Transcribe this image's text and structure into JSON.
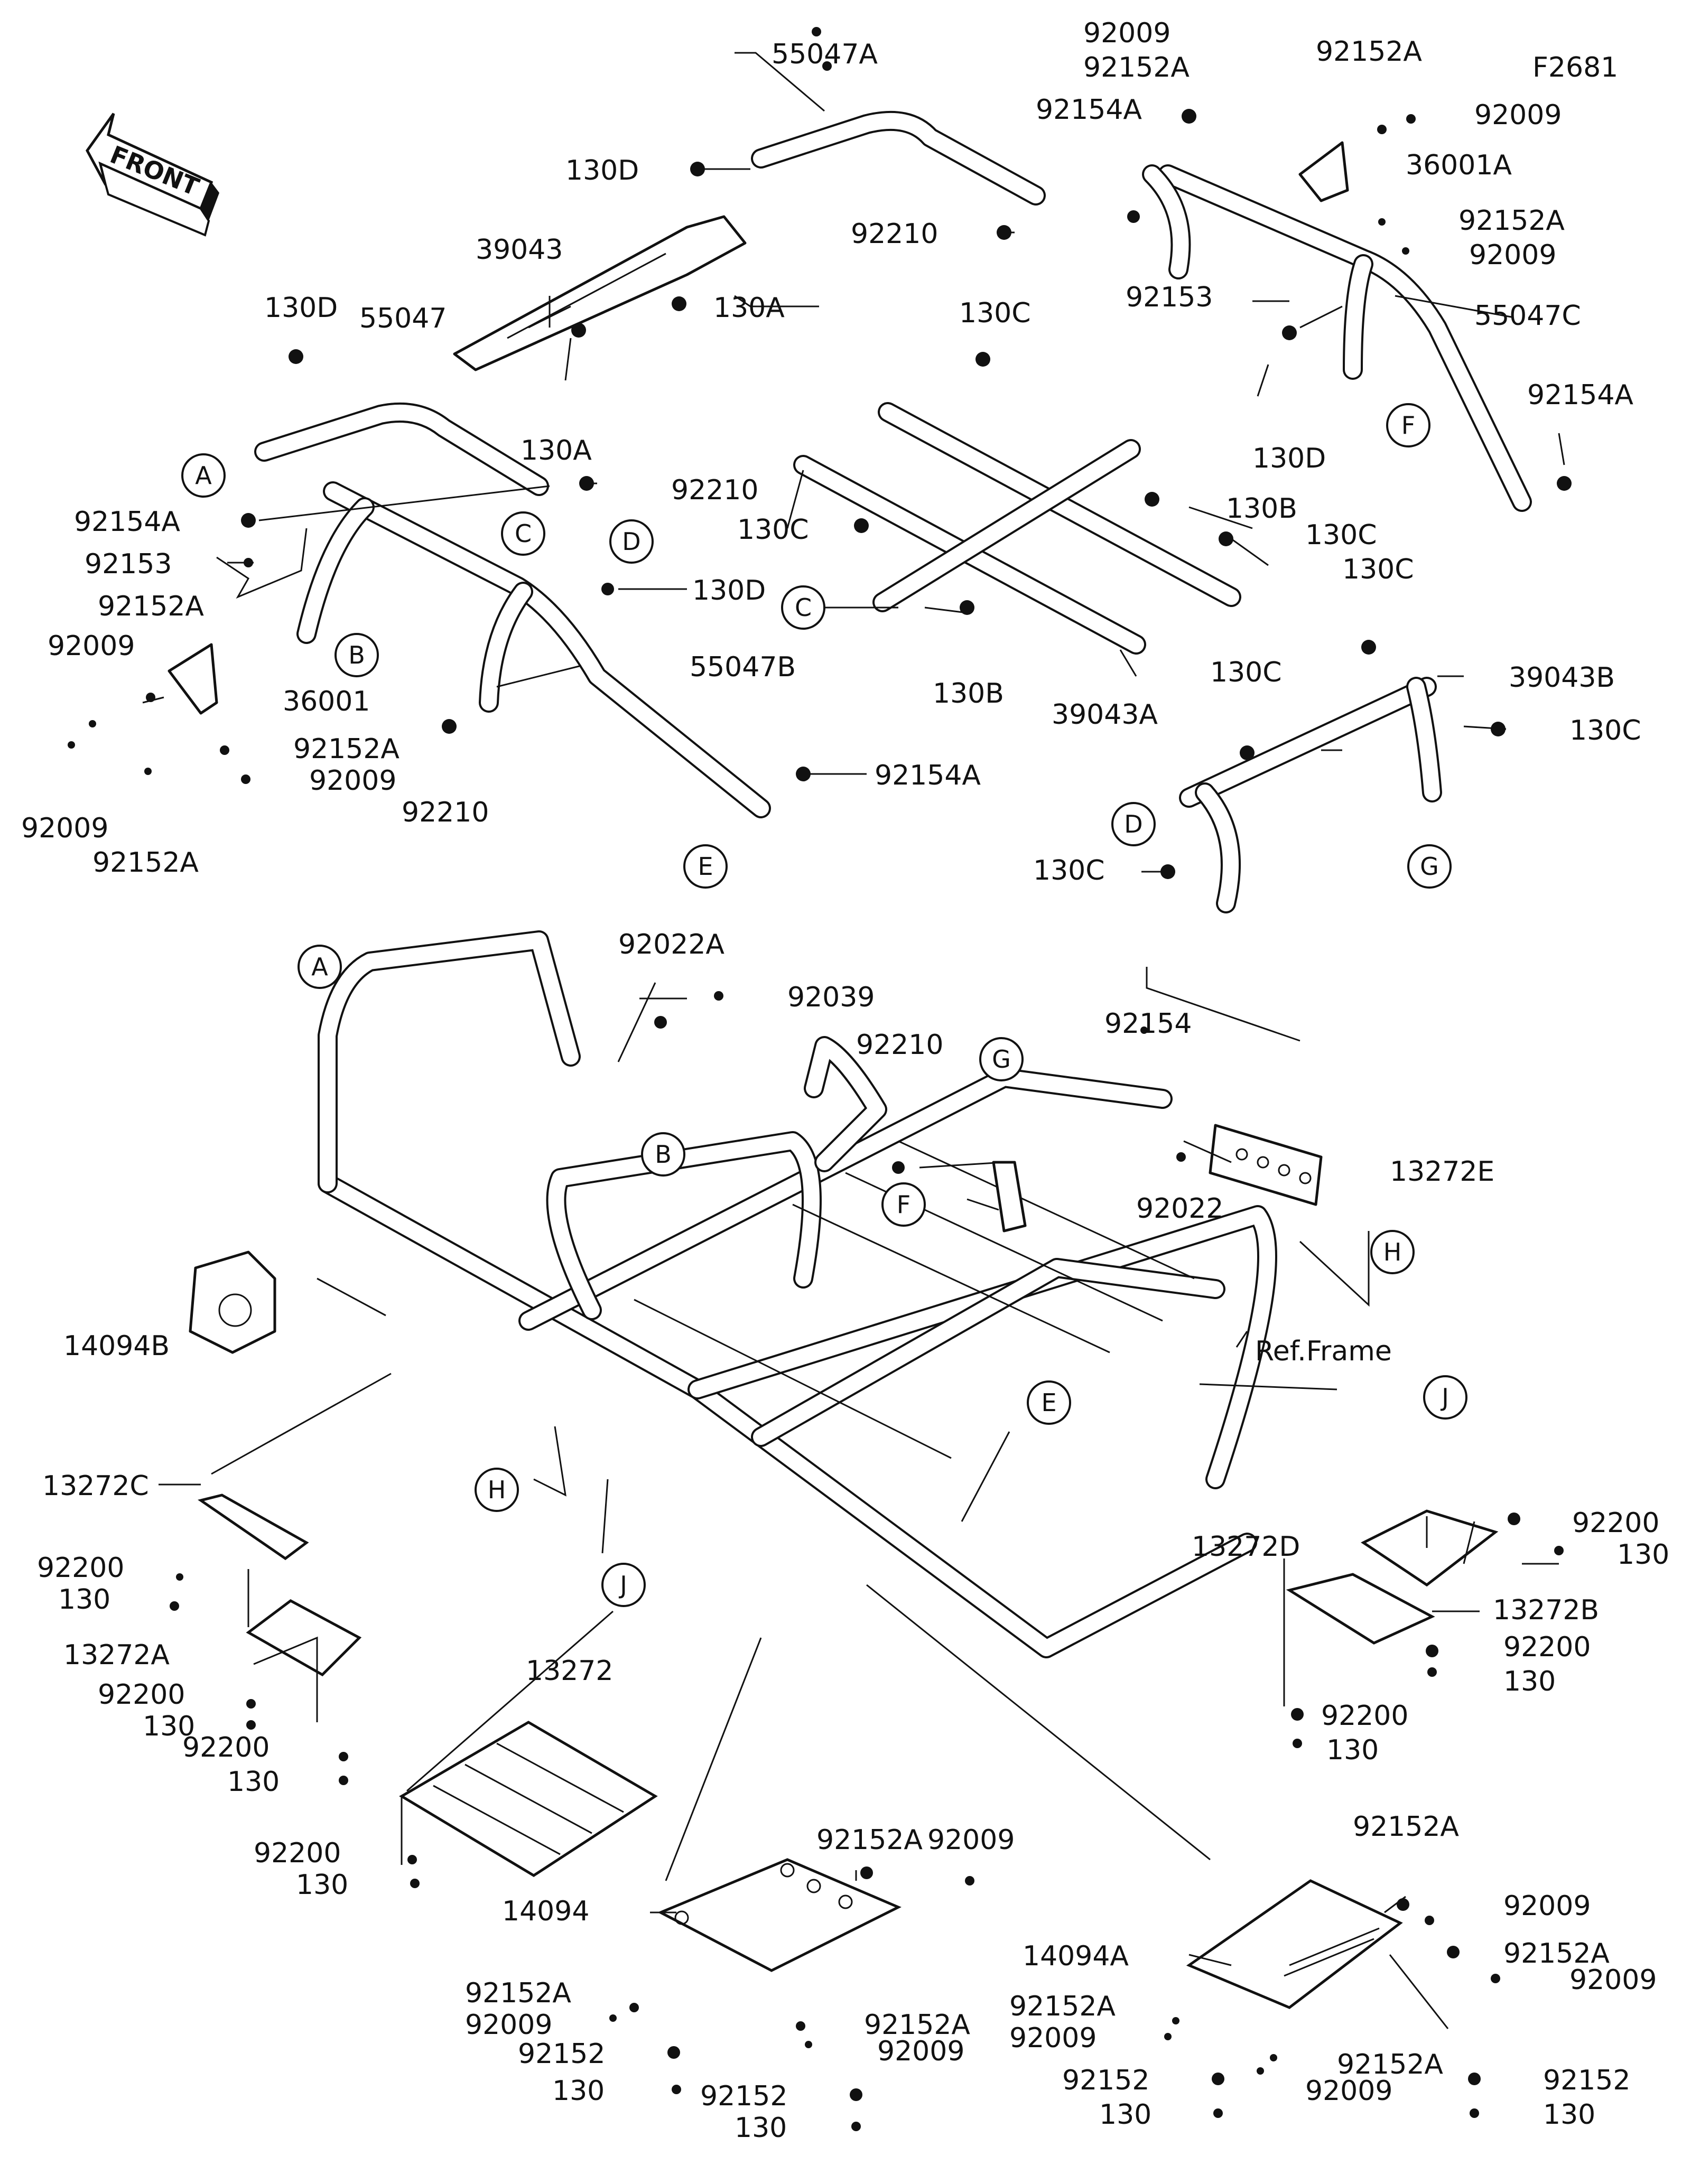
{
  "figure_id": "F2681",
  "front_label": "FRONT",
  "ref_frame_label": "Ref.Frame",
  "callouts": {
    "top": [
      "55047A",
      "92009",
      "92152A",
      "92152A",
      "92009",
      "92154A",
      "36001A",
      "130D",
      "92210",
      "92152A",
      "92009",
      "92153",
      "39043",
      "130A",
      "130D",
      "55047",
      "130A",
      "55047C",
      "130C",
      "92154A",
      "92210",
      "92154A",
      "130B",
      "130C",
      "130D",
      "130C",
      "92153",
      "130C",
      "130D",
      "92152A",
      "92009",
      "36001",
      "55047B",
      "130B",
      "39043A",
      "39043B",
      "130C",
      "130C",
      "92152A",
      "92009",
      "92210",
      "92154A",
      "130C",
      "92009",
      "92152A"
    ],
    "middle": [
      "92022A",
      "92039",
      "92210",
      "92154",
      "92022",
      "13272E",
      "14094B",
      "Ref.Frame"
    ],
    "bottom": [
      "13272C",
      "92200",
      "130",
      "13272A",
      "92200",
      "130",
      "92200",
      "130",
      "13272",
      "92200",
      "130",
      "14094",
      "92152A",
      "92009",
      "92152A",
      "92009",
      "92152A",
      "92009",
      "92152",
      "130",
      "92152",
      "130",
      "14094A",
      "92152A",
      "92009",
      "92152A",
      "92009",
      "92152A",
      "92009",
      "92152A",
      "92009",
      "92152",
      "130",
      "92152",
      "130",
      "13272D",
      "92200",
      "130",
      "13272B",
      "92200",
      "130",
      "92200",
      "130"
    ]
  },
  "reference_letters": [
    "A",
    "B",
    "C",
    "D",
    "E",
    "F",
    "G",
    "H",
    "J"
  ]
}
